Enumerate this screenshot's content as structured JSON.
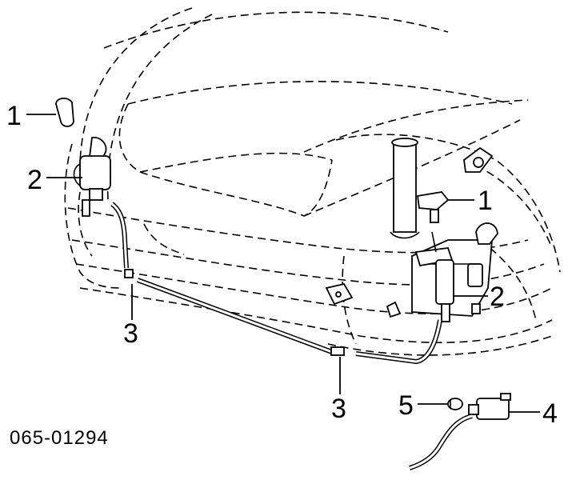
{
  "diagram": {
    "code": "065-01294",
    "callouts": [
      {
        "id": "c1a",
        "label": "1"
      },
      {
        "id": "c2a",
        "label": "2"
      },
      {
        "id": "c3a",
        "label": "3"
      },
      {
        "id": "c1b",
        "label": "1"
      },
      {
        "id": "c2b",
        "label": "2"
      },
      {
        "id": "c3b",
        "label": "3"
      },
      {
        "id": "c5",
        "label": "5"
      },
      {
        "id": "c4",
        "label": "4"
      }
    ]
  }
}
